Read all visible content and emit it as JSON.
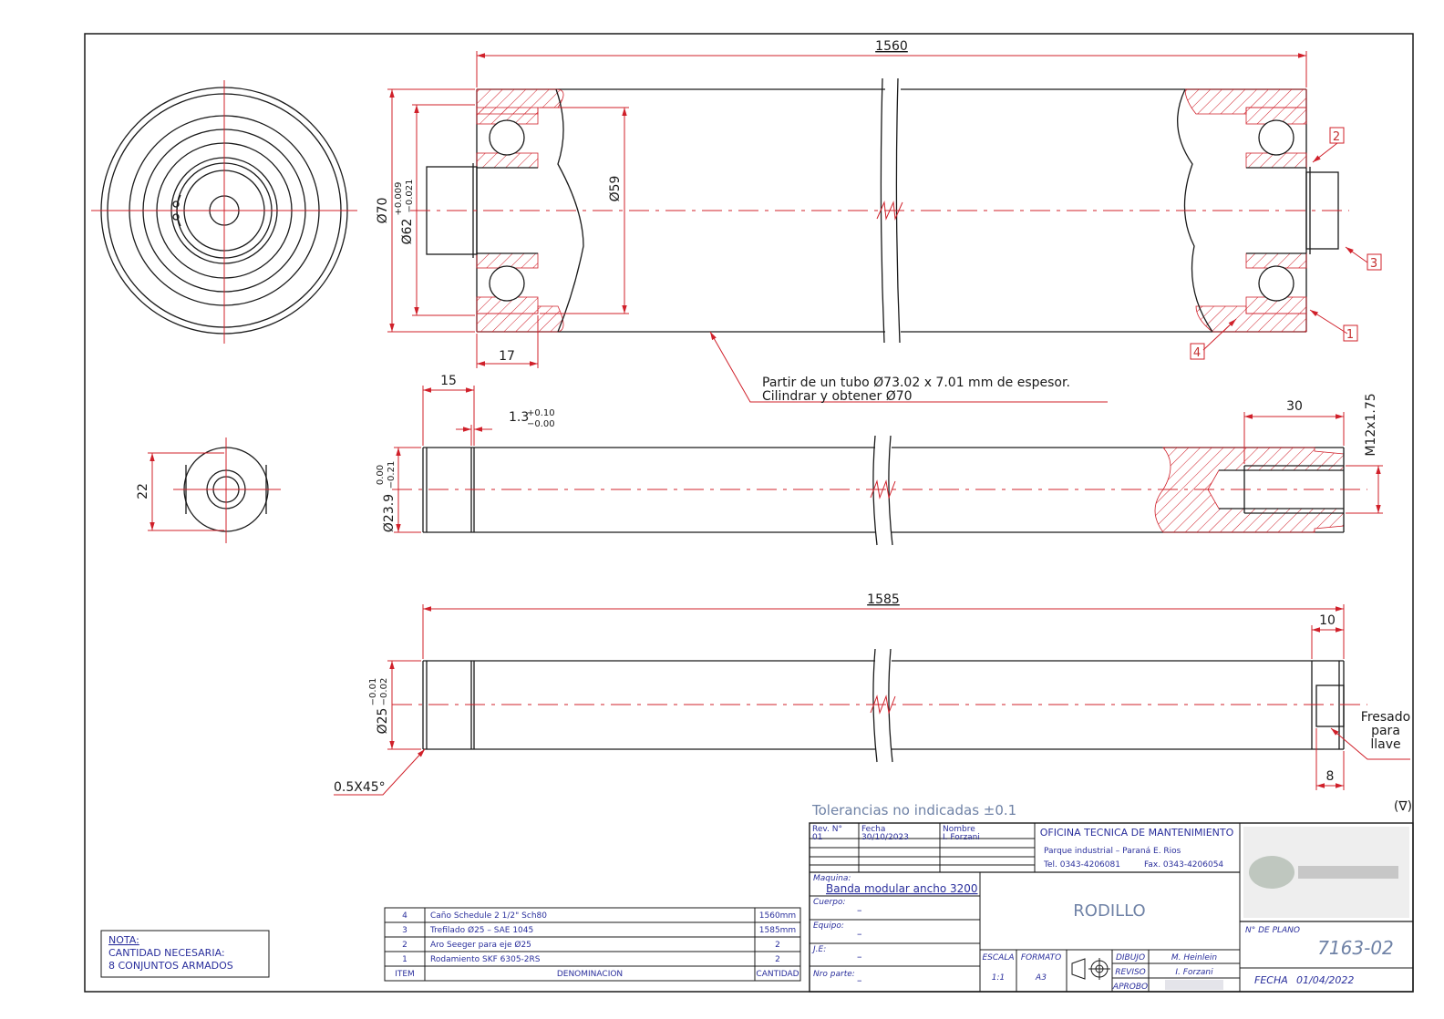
{
  "drawing": {
    "dims": {
      "tube_length": "1560",
      "tube_od": "Ø70",
      "bore_base": "Ø62",
      "bore_tol_up": "+0.009",
      "bore_tol_down": "−0.021",
      "bearing_od": "Ø59",
      "bearing_width": "17",
      "tube_note_line1": "Partir de un tubo Ø73.02 x 7.01 mm de espesor.",
      "tube_note_line2": "Cilindrar y obtener Ø70",
      "shaft_step": "15",
      "groove_base": "1.3",
      "groove_tol_up": "+0.10",
      "groove_tol_down": "−0.00",
      "shaft_dia_base": "Ø23.9",
      "shaft_dia_tol_up": "0.00",
      "shaft_dia_tol_down": "−0.21",
      "thread_length": "30",
      "thread_spec": "M12x1.75",
      "flat_width": "22",
      "shaft_length": "1585",
      "shaft_od_base": "Ø25",
      "shaft_od_tol_up": "−0.01",
      "shaft_od_tol_down": "−0.02",
      "flat_length": "10",
      "flat_depth": "8",
      "chamfer": "0.5X45°",
      "flat_note_1": "Fresado",
      "flat_note_2": "para",
      "flat_note_3": "llave"
    },
    "balloons": [
      "2",
      "3",
      "1",
      "4"
    ],
    "tolerance_note": "Tolerancias no indicadas ±0.1",
    "surface_symbol": "(∇)",
    "nota": {
      "title": "NOTA:",
      "line1": "CANTIDAD NECESARIA:",
      "line2": "8 CONJUNTOS ARMADOS"
    }
  },
  "bom": {
    "rows": [
      {
        "item": "4",
        "desc": "Caño Schedule 2 1/2\" Sch80",
        "qty": "1560mm"
      },
      {
        "item": "3",
        "desc": "Trefilado Ø25 – SAE 1045",
        "qty": "1585mm"
      },
      {
        "item": "2",
        "desc": "Aro Seeger para eje Ø25",
        "qty": "2"
      },
      {
        "item": "1",
        "desc": "Rodamiento SKF 6305-2RS",
        "qty": "2"
      }
    ],
    "header": {
      "item": "ITEM",
      "desc": "DENOMINACION",
      "qty": "CANTIDAD"
    }
  },
  "title_block": {
    "rev_label": "Rev. N°",
    "rev_value": "01",
    "fecha_label": "Fecha",
    "fecha_value": "30/10/2023",
    "nombre_label": "Nombre",
    "nombre_value": "I. Forzani",
    "office_name": "OFICINA TECNICA DE MANTENIMIENTO",
    "office_address": "Parque industrial – Paraná E. Rios",
    "office_tel": "Tel. 0343-4206081",
    "office_fax": "Fax. 0343-4206054",
    "maquina_label": "Maquina:",
    "maquina_value": "Banda modular ancho 3200",
    "cuerpo_label": "Cuerpo:",
    "cuerpo_value": "–",
    "equipo_label": "Equipo:",
    "equipo_value": "–",
    "je_label": "J.E:",
    "je_value": "–",
    "nro_label": "Nro parte:",
    "nro_value": "–",
    "part_name": "RODILLO",
    "escala_label": "ESCALA",
    "escala_value": "1:1",
    "formato_label": "FORMATO",
    "formato_value": "A3",
    "dibujo_label": "DIBUJO",
    "dibujo_value": "M. Heinlein",
    "reviso_label": "REVISO",
    "reviso_value": "I. Forzani",
    "aprobo_label": "APROBO",
    "plano_label": "N° DE PLANO",
    "plano_value": "7163-02",
    "fecha_plano_label": "FECHA",
    "fecha_plano_value": "01/04/2022"
  },
  "colors": {
    "outline": "#1a1a1a",
    "dimension": "#d0202a",
    "title_text": "#2a2f9c",
    "tolerance_text": "#6f82a6"
  }
}
